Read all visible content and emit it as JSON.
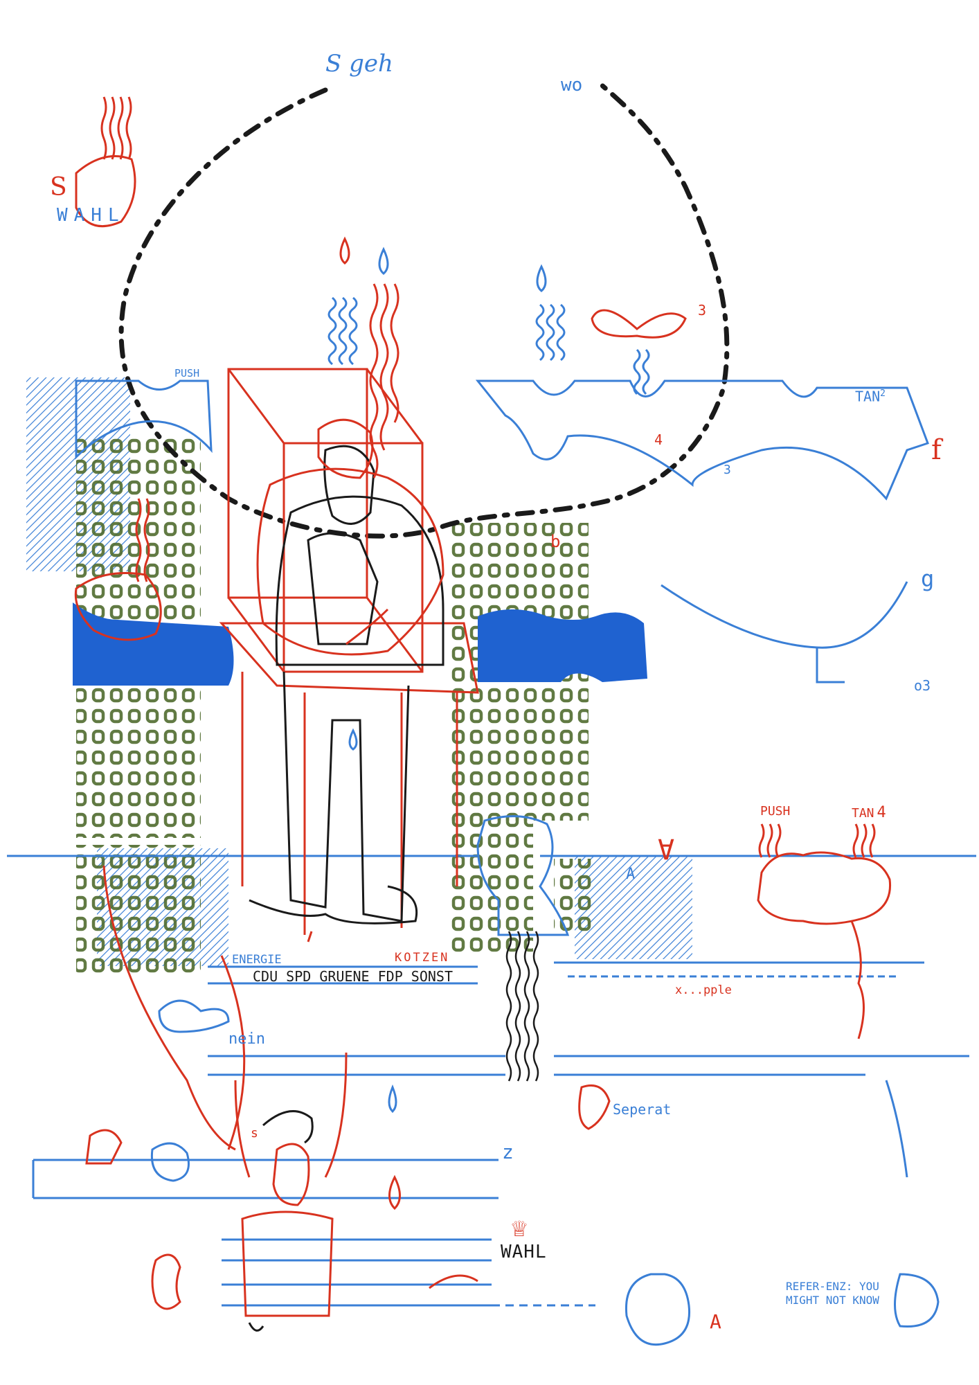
{
  "colors": {
    "blue": "#3a7fd6",
    "red": "#d8321f",
    "black": "#1a1a1a",
    "green": "#4f6b2e",
    "fill_blue": "#1f62d0",
    "paper": "#ffffff"
  },
  "labels": {
    "s_geh": "S geh",
    "wo": "wo",
    "s_wahl": "S",
    "wahl_top": "WAHL",
    "push_top": "PUSH",
    "tan2": "TAN",
    "tan2_sup": "2",
    "num3_top": "3",
    "num4": "4",
    "num3_mid": "3",
    "f": "f",
    "b": "b",
    "g": "g",
    "o3": "o3",
    "energie": "ENERGIE",
    "kotzen": "KOTZEN",
    "parties": "CDU SPD GRUENE FDP SONST",
    "push_right": "PUSH",
    "tan4": "TAN",
    "tan4_sup": "4",
    "a_inverted": "A",
    "a_mid": "A",
    "pple": "x...pple",
    "nein": "nein",
    "seperat": "Seperat",
    "z": "z",
    "s_small": "s",
    "wahl_bottom": "WAHL",
    "a_bottom": "A",
    "reference_line1": "REFER-ENZ: YOU",
    "reference_line2": "MIGHT NOT KNOW"
  }
}
